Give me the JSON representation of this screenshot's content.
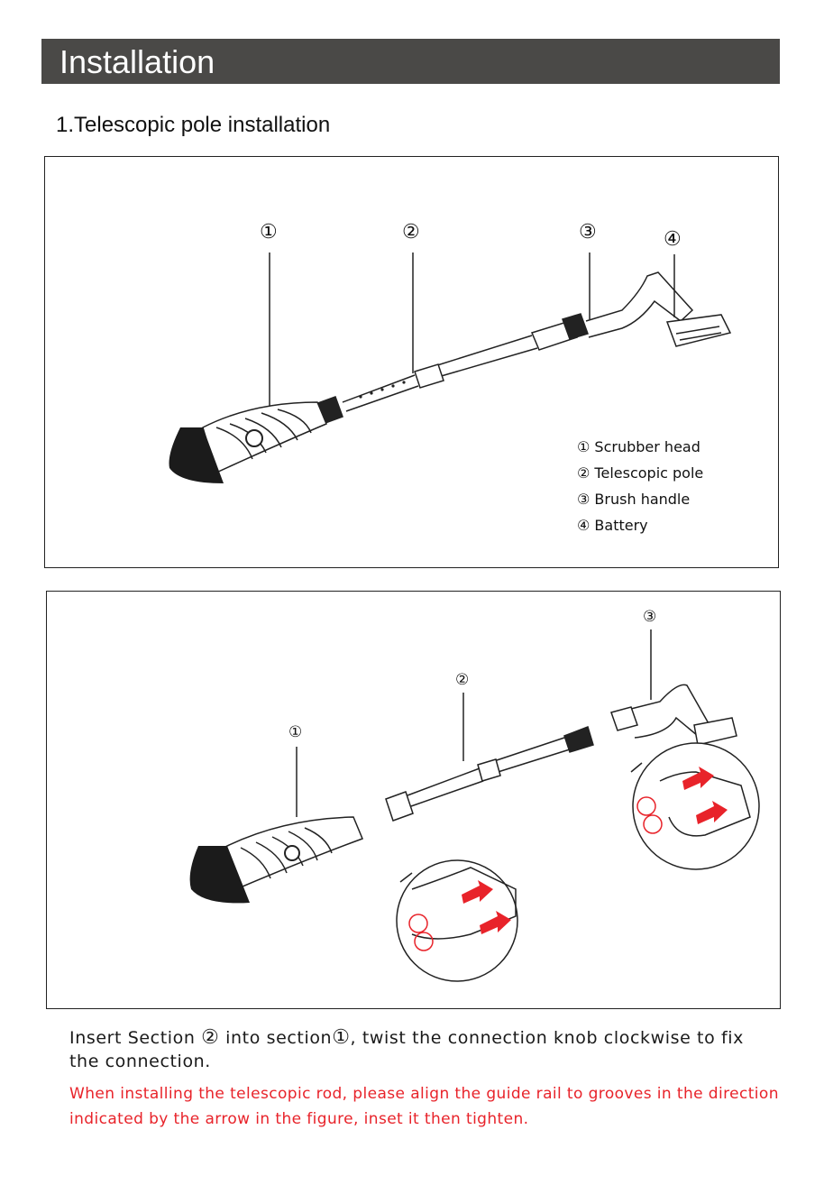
{
  "header": {
    "title": "Installation"
  },
  "section": {
    "title": "1.Telescopic pole installation"
  },
  "figure1": {
    "callouts": [
      "①",
      "②",
      "③",
      "④"
    ],
    "legend": [
      "① Scrubber head",
      "② Telescopic pole",
      "③ Brush handle",
      "④ Battery"
    ]
  },
  "figure2": {
    "callouts": [
      "①",
      "②",
      "③"
    ]
  },
  "instruction": {
    "part1": "Insert Section ",
    "num1": "②",
    "part2": " into section",
    "num2": "①",
    "part3": ",  twist the connection knob clockwise to fix the connection."
  },
  "warning": {
    "text": "When installing the telescopic rod, please align the guide rail to grooves in the direction indicated by the arrow in the figure, inset it then tighten."
  },
  "colors": {
    "header_bg": "#4a4947",
    "warning": "#e8232a",
    "arrow": "#e8232a"
  }
}
